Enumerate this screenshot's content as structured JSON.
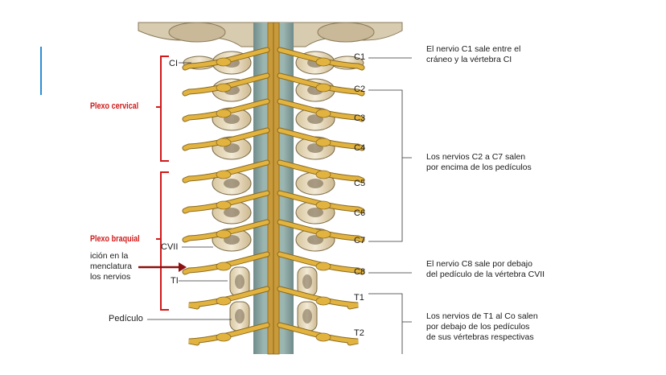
{
  "figure": {
    "vertebra_labels": {
      "ci": "CI",
      "cvii": "CVII",
      "ti": "TI",
      "pediculo": "Pedículo"
    },
    "nerve_labels": [
      "C1",
      "C2",
      "C3",
      "C4",
      "C5",
      "C6",
      "C7",
      "C8",
      "T1",
      "T2"
    ],
    "plexus": {
      "cervical": "Plexo cervical",
      "braquial": "Plexo braquial"
    },
    "left_note": [
      "ición en la",
      "menclatura",
      "los nervios"
    ],
    "notes": {
      "c1": [
        "El nervio C1 sale entre el",
        "cráneo y la vértebra CI"
      ],
      "c2_c7": [
        "Los nervios C2 a C7 salen",
        "por encima de los pedículos"
      ],
      "c8": [
        "El nervio C8 sale por debajo",
        "del pedículo de la vértebra CVII"
      ],
      "t1_co": [
        "Los nervios de T1 al Co salen",
        "por debajo de los pedículos",
        "de sus vértebras respectivas"
      ]
    },
    "colors": {
      "nerve": "#e2b33e",
      "bone": "#e9dcc0",
      "cord": "#b98a2e",
      "bracket_red": "#d11a1a",
      "arrow": "#8b1010",
      "accent": "#2a8fd6"
    }
  }
}
